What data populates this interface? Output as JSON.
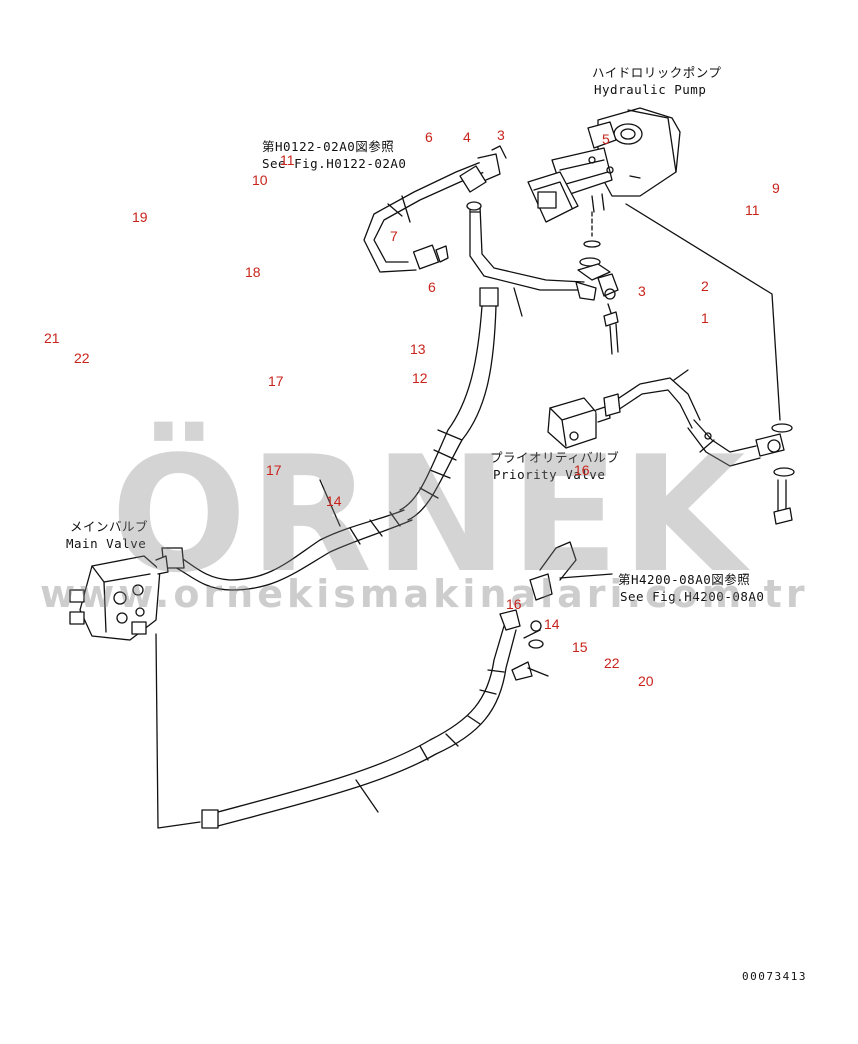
{
  "labels": {
    "pump_jp": "ハイドロリックポンプ",
    "pump_en": "Hydraulic Pump",
    "see_fig_top_jp": "第H0122-02A0図参照",
    "see_fig_top_en": "See Fig.H0122-02A0",
    "priority_jp": "プライオリティバルブ",
    "priority_en": "Priority Valve",
    "main_valve_jp": "メインバルブ",
    "main_valve_en": "Main Valve",
    "see_fig_right_jp": "第H4200-08A0図参照",
    "see_fig_right_en": "See Fig.H4200-08A0",
    "doc_no": "00073413"
  },
  "watermark": {
    "brand": "ÖRNEK",
    "url": "www.ornekismakinalari.com.tr"
  },
  "part_numbers": {
    "p6a": "6",
    "p4": "4",
    "p3a": "3",
    "p11a": "11",
    "p10": "10",
    "p19": "19",
    "p7": "7",
    "p18": "18",
    "p6b": "6",
    "p5": "5",
    "p3b": "3",
    "p9": "9",
    "p11b": "11",
    "p2": "2",
    "p1": "1",
    "p21": "21",
    "p22a": "22",
    "p13": "13",
    "p12": "12",
    "p17a": "17",
    "p17b": "17",
    "p16a": "16",
    "p14a": "14",
    "p16b": "16",
    "p14b": "14",
    "p15": "15",
    "p22b": "22",
    "p20": "20"
  },
  "colors": {
    "line": "#111111",
    "callout_number": "#c8241c",
    "watermark": "#8a8a8a",
    "watermark_accent": "#f2c94c"
  }
}
